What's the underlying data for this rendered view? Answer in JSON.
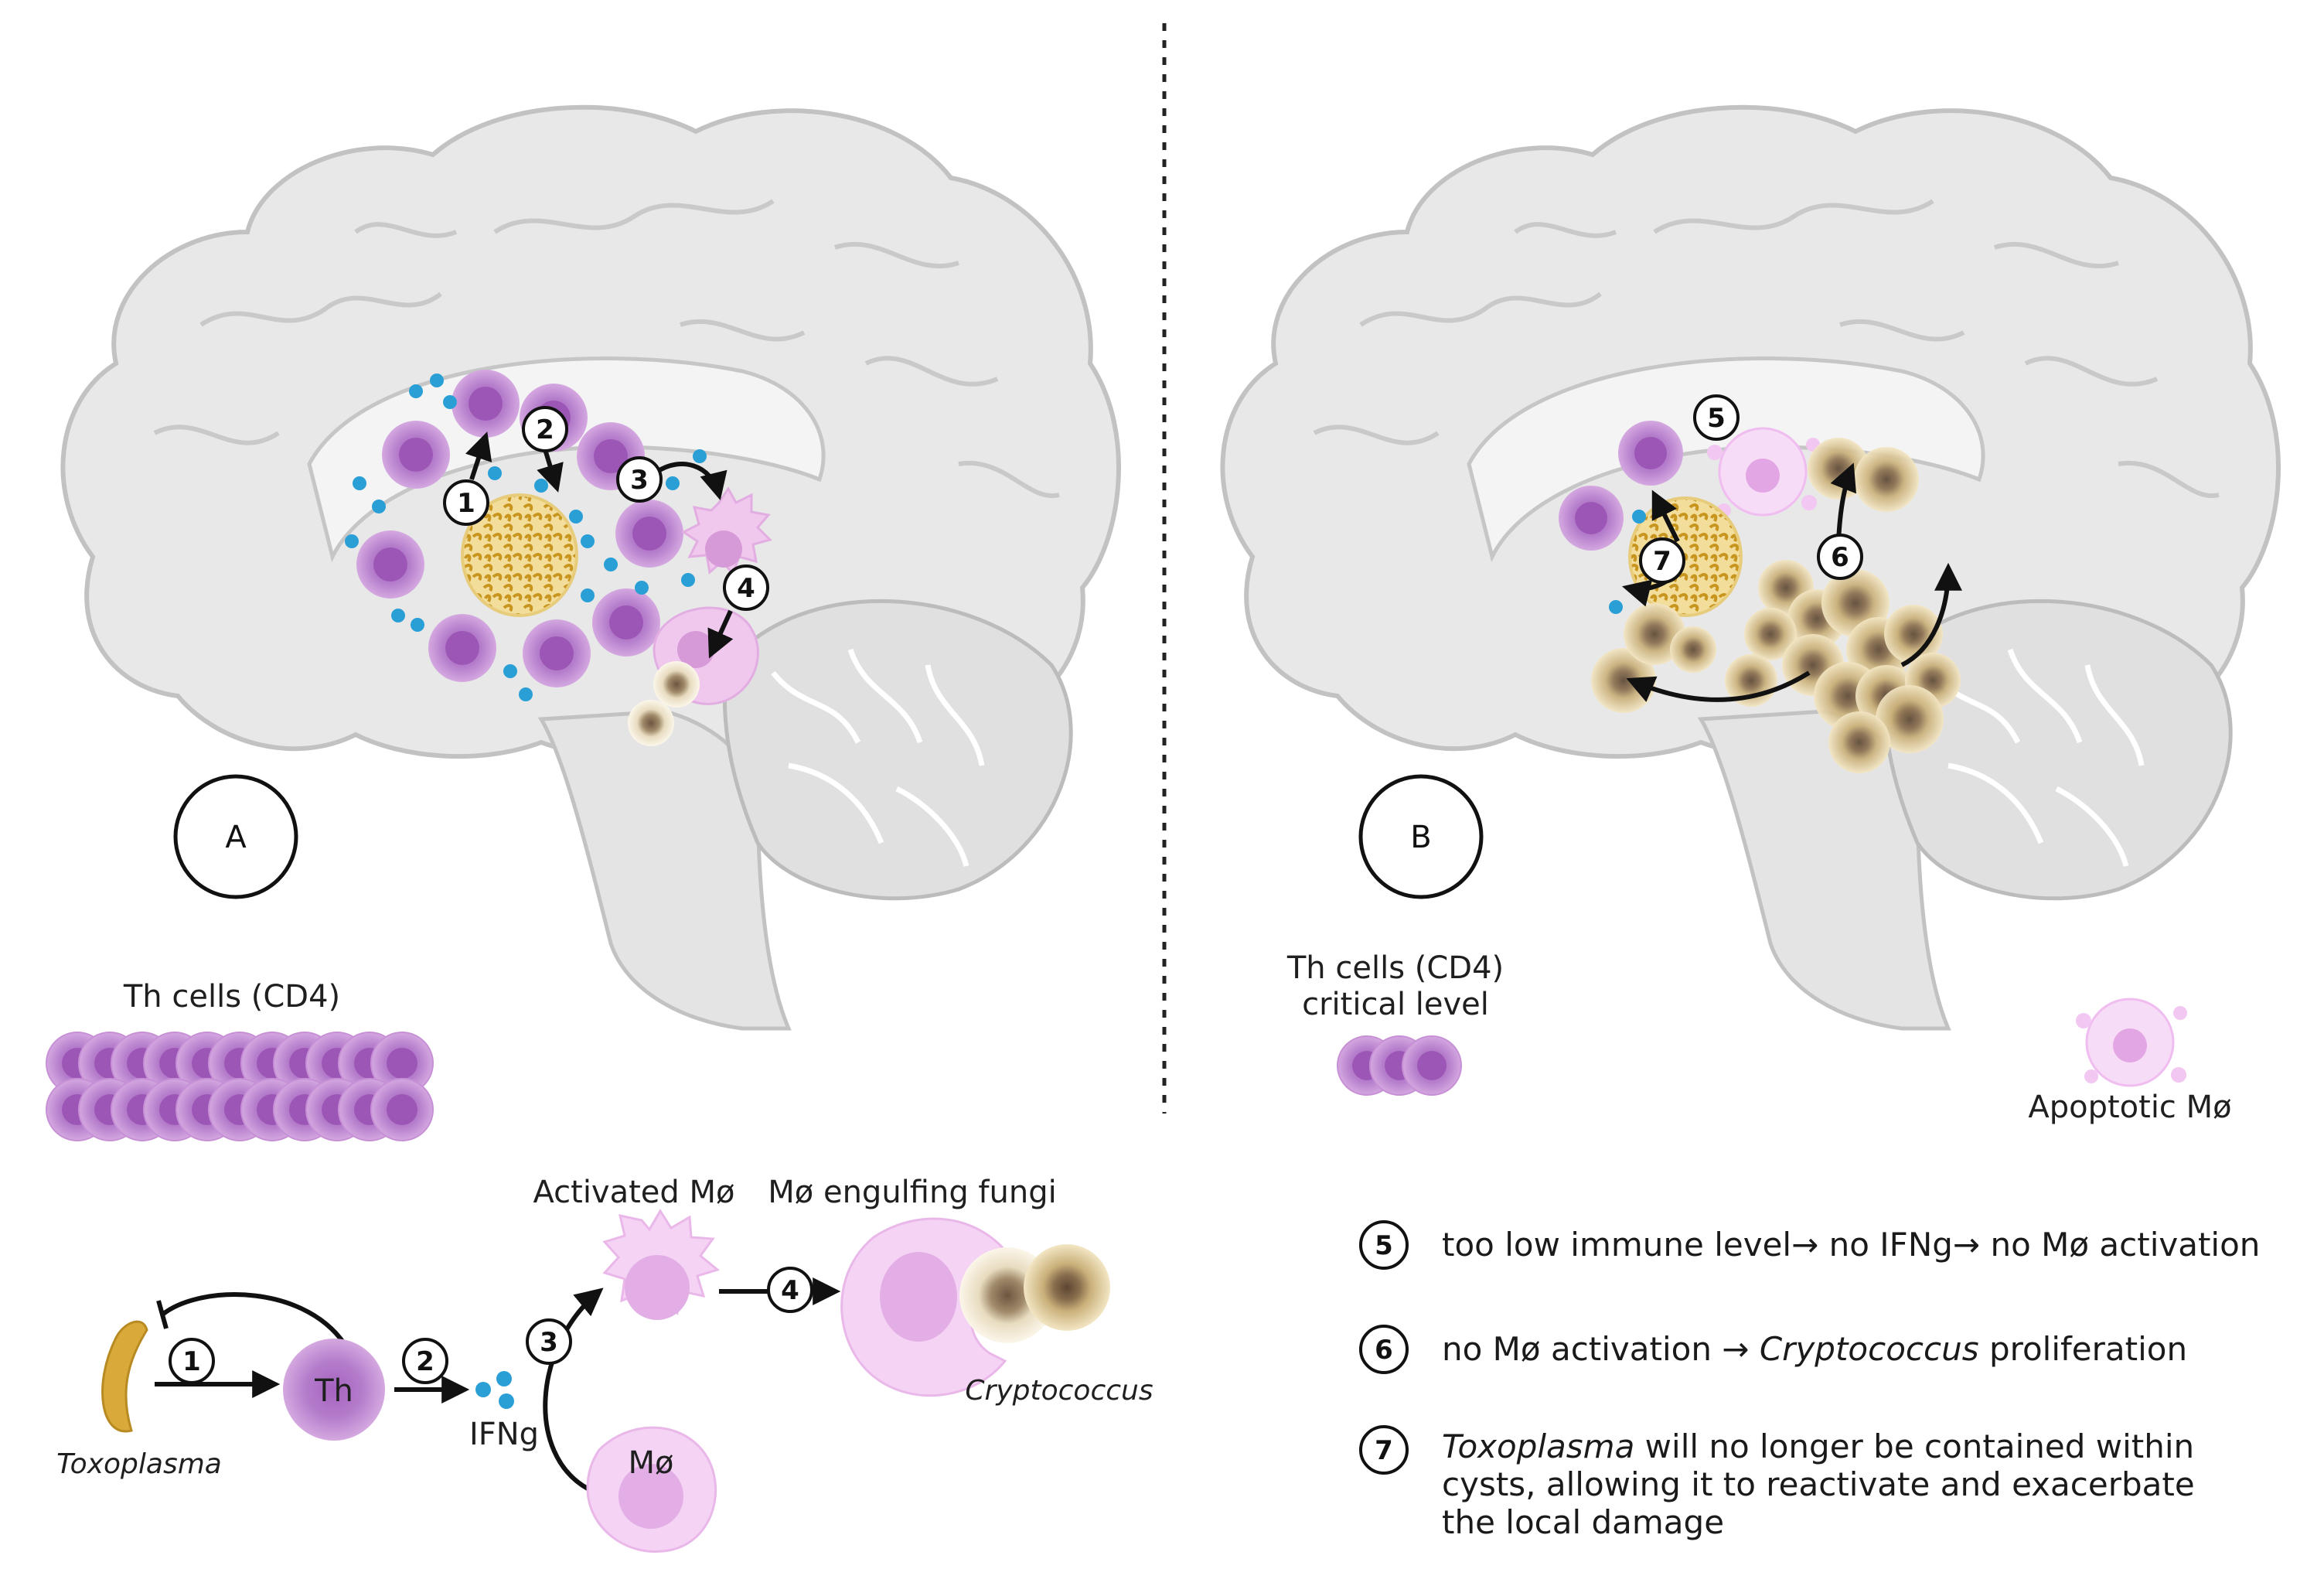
{
  "panels": [
    {
      "letter": "A"
    },
    {
      "letter": "B"
    }
  ],
  "labels": {
    "th_cells": "Th cells (CD4)",
    "th_cells_critical_line1": "Th cells (CD4)",
    "th_cells_critical_line2": "critical level",
    "apoptotic": "Apoptotic Mø",
    "activated": "Activated Mø",
    "engulfing": "Mø engulfing fungi",
    "cryptococcus": "Cryptococcus",
    "toxoplasma": "Toxoplasma",
    "th": "Th",
    "ifng": "IFNg",
    "mo": "Mø"
  },
  "steps": [
    "1",
    "2",
    "3",
    "4",
    "5",
    "6",
    "7"
  ],
  "legend": [
    {
      "num": "5",
      "parts": [
        {
          "text": "too low immune level→ no IFNg→ no Mø activation",
          "italic": false
        }
      ]
    },
    {
      "num": "6",
      "parts": [
        {
          "text": "no Mø activation → ",
          "italic": false
        },
        {
          "text": "Cryptococcus",
          "italic": true
        },
        {
          "text": " proliferation",
          "italic": false
        }
      ]
    },
    {
      "num": "7",
      "lines": [
        [
          {
            "text": "Toxoplasma",
            "italic": true
          },
          {
            "text": " will no longer be contained within",
            "italic": false
          }
        ],
        [
          {
            "text": "cysts, allowing it to reactivate and exacerbate",
            "italic": false
          }
        ],
        [
          {
            "text": "the local damage",
            "italic": false
          }
        ]
      ]
    }
  ],
  "colors": {
    "brain": "#e6e6e6",
    "brain_outline": "#bdbdbd",
    "th_cell": "#c99ad8",
    "th_nucleus": "#a868c0",
    "macrophage": "#f0cdf0",
    "ifng": "#2a9fd6",
    "toxoplasma": "#d9a93a",
    "cryptococcus": "#b89a5a"
  }
}
